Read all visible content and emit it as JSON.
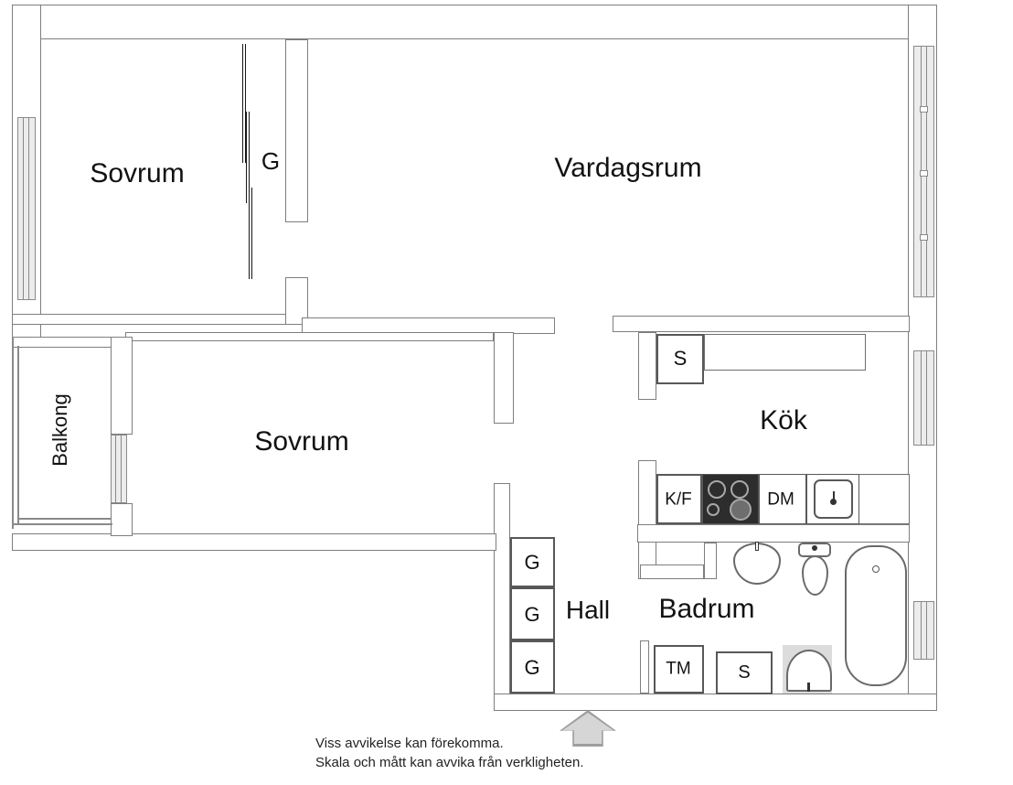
{
  "rooms": {
    "sovrum_top": "Sovrum",
    "vardagsrum": "Vardagsrum",
    "sovrum_mid": "Sovrum",
    "kok": "Kök",
    "hall": "Hall",
    "badrum": "Badrum",
    "balkong": "Balkong"
  },
  "fixtures": {
    "bedroom_closet": "G",
    "kitchen_cabinet": "S",
    "fridge_freezer": "K/F",
    "dishwasher": "DM",
    "hall_closets": [
      "G",
      "G",
      "G"
    ],
    "washing_machine": "TM",
    "bathroom_cabinet": "S"
  },
  "disclaimer": {
    "line1": "Viss avvikelse kan förekomma.",
    "line2": "Skala och mått kan avvika från verkligheten."
  },
  "colors": {
    "wall_line": "#7e7e7e",
    "fixture_line": "#585858",
    "text": "#121212",
    "stove": "#2d2d2d",
    "window_fill": "#ececec",
    "arrow_fill": "#d6d6d6",
    "arrow_edge": "#9e9e9e"
  }
}
